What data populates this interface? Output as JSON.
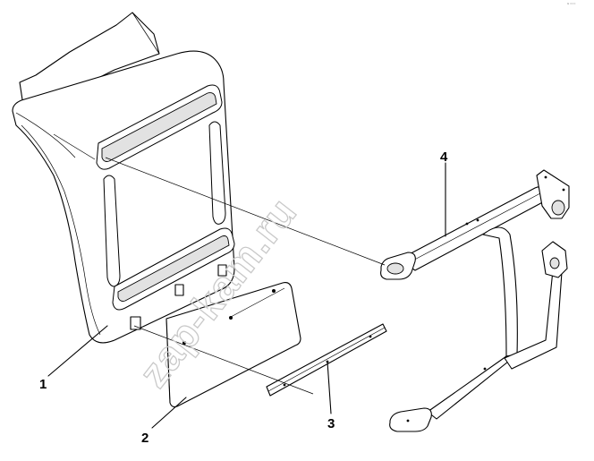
{
  "diagram": {
    "watermark": "zap-kam.ru",
    "callouts": [
      "1",
      "2",
      "3",
      "4"
    ]
  },
  "colors": {
    "line": "#000000",
    "background": "#ffffff",
    "watermark": "#c9c9c9"
  }
}
